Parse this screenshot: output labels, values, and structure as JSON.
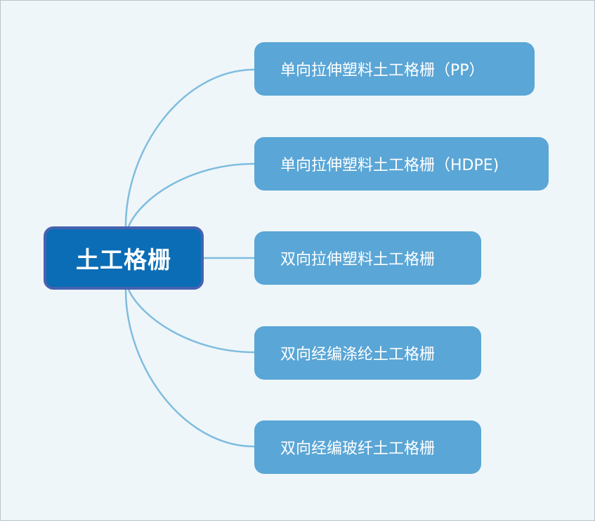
{
  "mindmap": {
    "root": {
      "label": "土工格栅"
    },
    "branches": [
      {
        "label": "单向拉伸塑料土工格栅（PP）"
      },
      {
        "label": "单向拉伸塑料土工格栅（HDPE)"
      },
      {
        "label": "双向拉伸塑料土工格栅"
      },
      {
        "label": "双向经编涤纶土工格栅"
      },
      {
        "label": "双向经编玻纤土工格栅"
      }
    ]
  },
  "colors": {
    "background": "#eff6f9",
    "root_fill": "#0a6db6",
    "root_border": "#4662b0",
    "branch_fill": "#5aa6d6",
    "connector": "#7fbddf",
    "text": "#ffffff"
  }
}
